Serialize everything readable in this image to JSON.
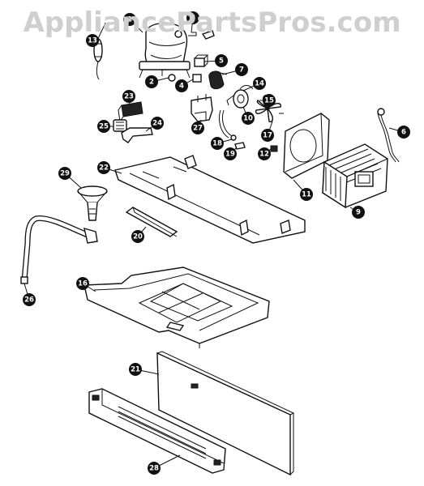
{
  "watermark": "AppliancePartsPros.com",
  "callouts": [
    "1",
    "2",
    "4",
    "5",
    "6",
    "7",
    "8",
    "9",
    "10",
    "11",
    "12",
    "13",
    "14",
    "15",
    "16",
    "17",
    "18",
    "19",
    "20",
    "21",
    "22",
    "23",
    "24",
    "25",
    "26",
    "27",
    "28",
    "29"
  ]
}
